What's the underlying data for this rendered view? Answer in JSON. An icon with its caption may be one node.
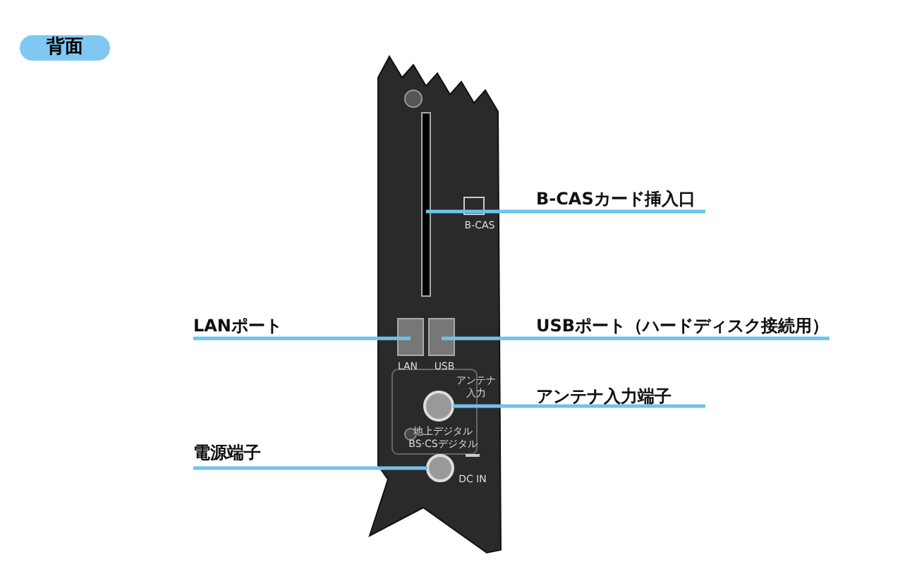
{
  "diagram": {
    "title": "背面",
    "nodes": [
      {
        "text": [
          "B-CASカード挿入口"
        ]
      },
      {
        "text": [],
        "shape": "box"
      },
      {
        "text": [
          "LANポート"
        ]
      },
      {
        "text": [],
        "shape": "box"
      },
      {
        "text": [
          "USBポート（ハードディスク接続用）"
        ]
      },
      {
        "text": [],
        "shape": "box"
      },
      {
        "text": [
          "アンテナ入力端子"
        ]
      },
      {
        "text": [],
        "shape": "circle"
      },
      {
        "text": [
          "電源端子"
        ]
      },
      {
        "text": [],
        "shape": "circle"
      }
    ],
    "edges": [
      {
        "from": 0,
        "to": 1,
        "arrow": "none"
      },
      {
        "from": 2,
        "to": 3,
        "arrow": "none"
      },
      {
        "from": 4,
        "to": 5,
        "arrow": "none"
      },
      {
        "from": 6,
        "to": 7,
        "arrow": "none"
      },
      {
        "from": 8,
        "to": 9,
        "arrow": "none"
      }
    ],
    "labels": [
      "B-CAS",
      "LAN",
      "USB",
      "アンテナ入力",
      "地上デジタル",
      "BS·CSデジタル",
      "DC IN"
    ]
  }
}
